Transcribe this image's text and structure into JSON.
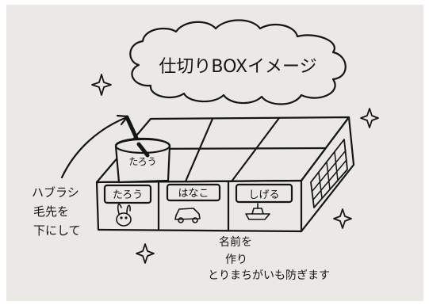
{
  "title": "仕切りBOXイメージ",
  "annotation_left": [
    "ハブラシ",
    "毛先を",
    "下にして"
  ],
  "cup_label": "たろう",
  "compartments": [
    {
      "label": "たろう",
      "icon": "rabbit-icon"
    },
    {
      "label": "はなこ",
      "icon": "car-icon"
    },
    {
      "label": "しげる",
      "icon": "boat-icon"
    }
  ],
  "annotation_bottom": [
    "名前を",
    "作り",
    "とりまちがいも防ぎます"
  ],
  "colors": {
    "ink": "#151515",
    "paper": "#ebe9e5",
    "background": "#ffffff"
  }
}
